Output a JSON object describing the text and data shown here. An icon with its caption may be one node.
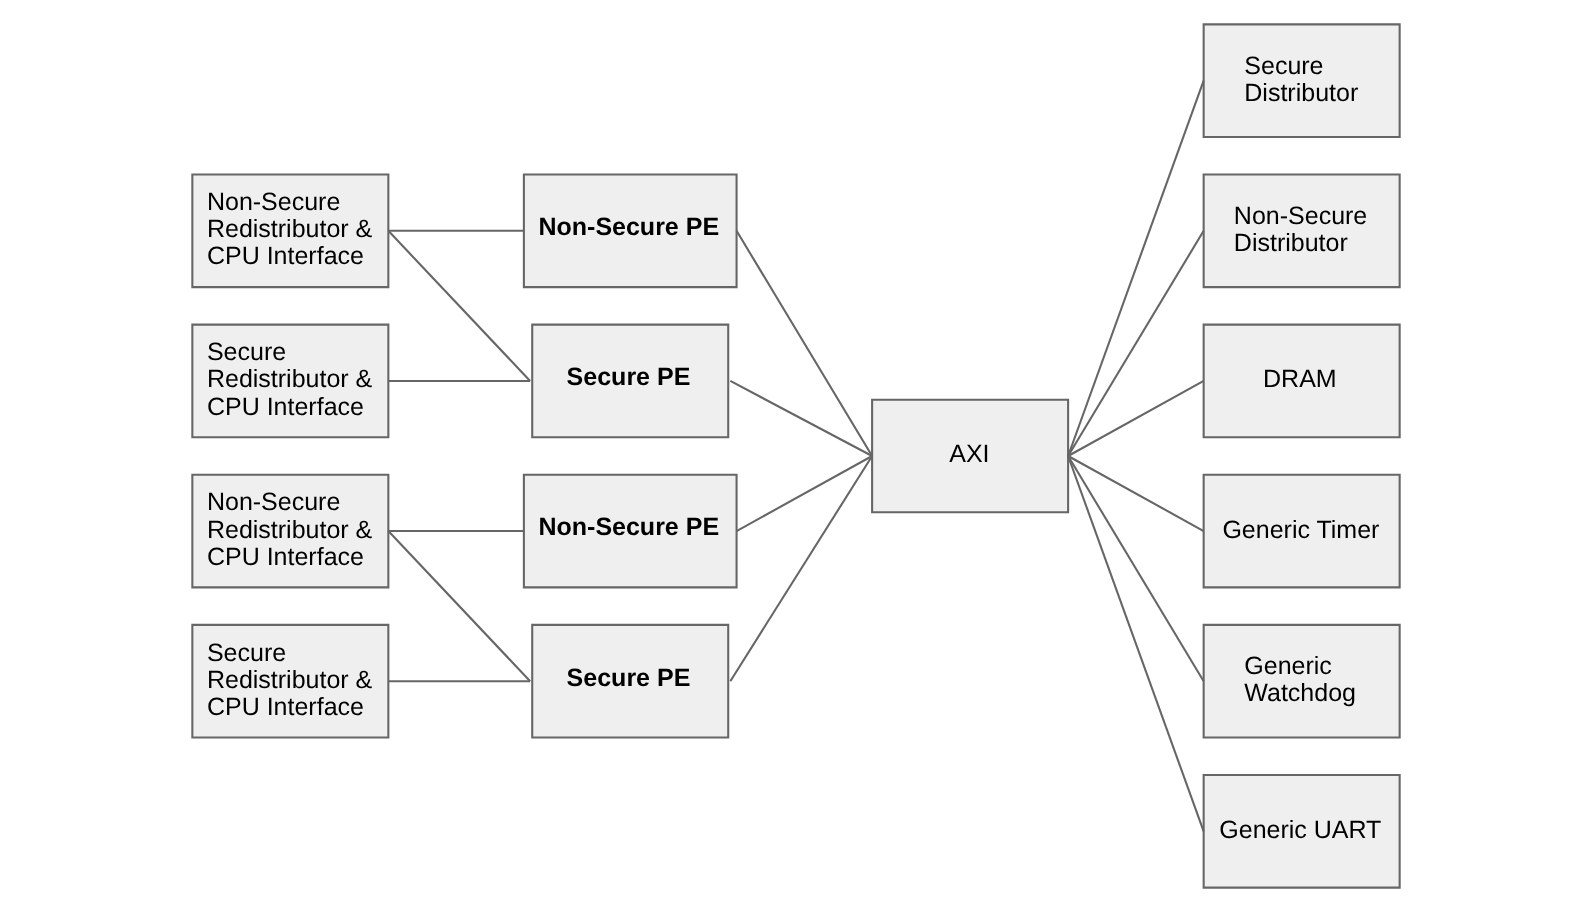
{
  "diagram": {
    "nodes": [
      {
        "text": [
          "Non-Secure Redistributor & CPU Interface"
        ]
      },
      {
        "text": [
          "Non-Secure PE"
        ]
      },
      {
        "text": [
          "Secure Redistributor & CPU Interface"
        ]
      },
      {
        "text": [
          "Secure PE"
        ]
      },
      {
        "text": [
          "AXI"
        ]
      },
      {
        "text": [
          "Secure Distributor"
        ]
      },
      {
        "text": [
          "Non-Secure Distributor"
        ]
      },
      {
        "text": [
          "DRAM"
        ]
      },
      {
        "text": [
          "Generic Timer"
        ]
      },
      {
        "text": [
          "Generic Watchdog"
        ]
      },
      {
        "text": [
          "Generic UART"
        ]
      },
      {
        "text": [
          "Non-Secure Redistributor & CPU Interface"
        ]
      },
      {
        "text": [
          "Non-Secure PE"
        ]
      },
      {
        "text": [
          "Secure Redistributor & CPU Interface"
        ]
      },
      {
        "text": [
          "Secure PE"
        ]
      }
    ],
    "edges": [
      {
        "from": 0,
        "to": 1,
        "arrow": "none"
      },
      {
        "from": 0,
        "to": 3,
        "arrow": "none"
      },
      {
        "from": 2,
        "to": 3,
        "arrow": "none"
      },
      {
        "from": 1,
        "to": 4,
        "arrow": "none"
      },
      {
        "from": 3,
        "to": 4,
        "arrow": "none"
      },
      {
        "from": 11,
        "to": 12,
        "arrow": "none"
      },
      {
        "from": 11,
        "to": 14,
        "arrow": "none"
      },
      {
        "from": 13,
        "to": 14,
        "arrow": "none"
      },
      {
        "from": 12,
        "to": 4,
        "arrow": "none"
      },
      {
        "from": 14,
        "to": 4,
        "arrow": "none"
      },
      {
        "from": 4,
        "to": 5,
        "arrow": "none"
      },
      {
        "from": 4,
        "to": 6,
        "arrow": "none"
      },
      {
        "from": 4,
        "to": 7,
        "arrow": "none"
      },
      {
        "from": 4,
        "to": 8,
        "arrow": "none"
      },
      {
        "from": 4,
        "to": 9,
        "arrow": "none"
      },
      {
        "from": 4,
        "to": 10,
        "arrow": "none"
      }
    ]
  }
}
